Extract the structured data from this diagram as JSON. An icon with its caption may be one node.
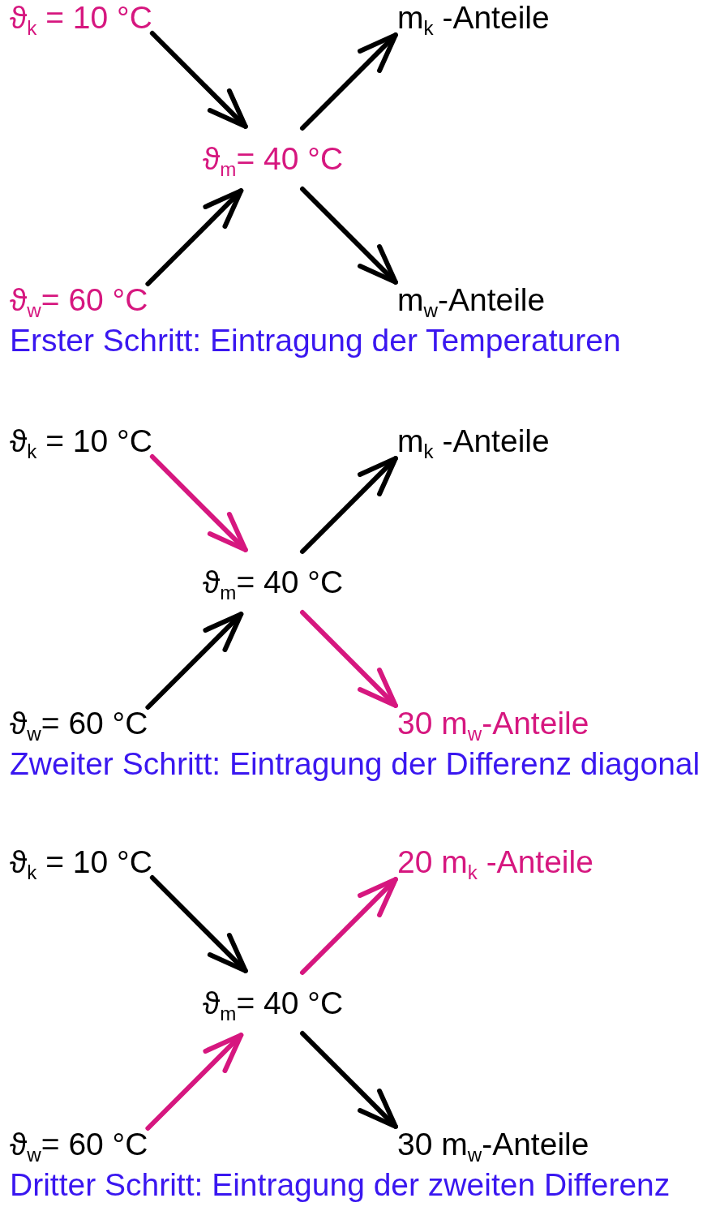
{
  "diagram": {
    "nodes": [
      {
        "text": [
          "ϑ$_{k}$ = 10 °C"
        ]
      },
      {
        "text": [
          "m$_{k}$ -Anteile"
        ]
      },
      {
        "text": [
          "ϑ$_{m}$= 40 °C"
        ]
      },
      {
        "text": [
          "ϑ$_{w}$= 60 °C"
        ]
      },
      {
        "text": [
          "m$_{w}$-Anteile"
        ]
      },
      {
        "text": [
          "ϑ$_{k}$ = 10 °C"
        ]
      },
      {
        "text": [
          "m$_{k}$ -Anteile"
        ]
      },
      {
        "text": [
          "ϑ$_{m}$= 40 °C"
        ]
      },
      {
        "text": [
          "ϑ$_{w}$= 60 °C"
        ]
      },
      {
        "text": [
          "30 m$_{w}$-Anteile"
        ]
      },
      {
        "text": [
          "ϑ$_{k}$ = 10 °C"
        ]
      },
      {
        "text": [
          "20 m$_{k}$ -Anteile"
        ]
      },
      {
        "text": [
          "ϑ$_{m}$= 40 °C"
        ]
      },
      {
        "text": [
          "ϑ$_{w}$= 60 °C"
        ]
      },
      {
        "text": [
          "30 m$_{w}$-Anteile"
        ]
      }
    ],
    "edges": [
      {
        "from": 0,
        "to": 2,
        "arrow": "to"
      },
      {
        "from": 2,
        "to": 1,
        "arrow": "to"
      },
      {
        "from": 3,
        "to": 2,
        "arrow": "to"
      },
      {
        "from": 2,
        "to": 4,
        "arrow": "to"
      },
      {
        "from": 5,
        "to": 7,
        "arrow": "to",
        "color": "#d6177f"
      },
      {
        "from": 7,
        "to": 6,
        "arrow": "to"
      },
      {
        "from": 8,
        "to": 7,
        "arrow": "to"
      },
      {
        "from": 7,
        "to": 9,
        "arrow": "to",
        "color": "#d6177f"
      },
      {
        "from": 10,
        "to": 12,
        "arrow": "to"
      },
      {
        "from": 12,
        "to": 11,
        "arrow": "to",
        "color": "#d6177f"
      },
      {
        "from": 13,
        "to": 12,
        "arrow": "to",
        "color": "#d6177f"
      },
      {
        "from": 12,
        "to": 14,
        "arrow": "to"
      }
    ],
    "labels": [
      "Erster Schritt: Eintragung der Temperaturen",
      "Zweiter Schritt: Eintragung der Differenz diagonal",
      "Dritter Schritt: Eintragung der zweiten Differenz"
    ]
  }
}
